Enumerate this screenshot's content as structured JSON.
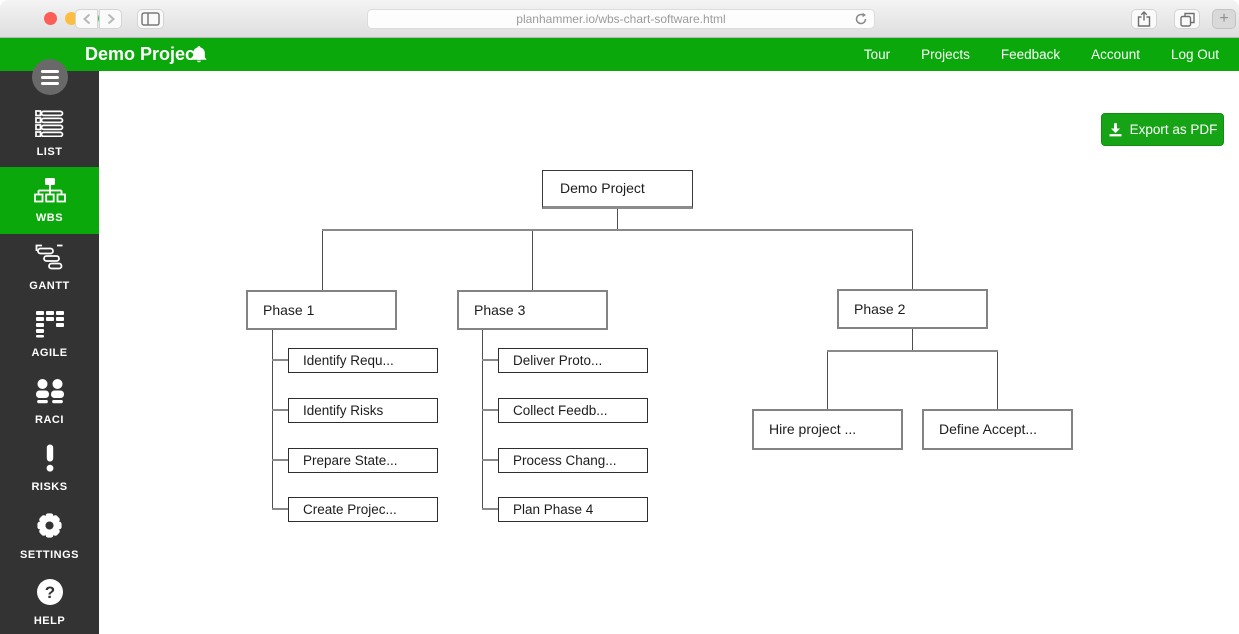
{
  "browser": {
    "url": "planhammer.io/wbs-chart-software.html",
    "new_tab_label": "+"
  },
  "navbar": {
    "title": "Demo Project",
    "links": [
      "Tour",
      "Projects",
      "Feedback",
      "Account",
      "Log Out"
    ]
  },
  "sidebar": {
    "items": [
      {
        "label": "LIST",
        "icon": "list-icon",
        "active": false
      },
      {
        "label": "WBS",
        "icon": "sitemap-icon",
        "active": true
      },
      {
        "label": "GANTT",
        "icon": "gantt-bars-icon",
        "active": false
      },
      {
        "label": "AGILE",
        "icon": "kanban-icon",
        "active": false
      },
      {
        "label": "RACI",
        "icon": "users-icon",
        "active": false
      },
      {
        "label": "RISKS",
        "icon": "exclamation-icon",
        "active": false
      },
      {
        "label": "SETTINGS",
        "icon": "gear-icon",
        "active": false
      },
      {
        "label": "HELP",
        "icon": "question-icon",
        "active": false
      }
    ]
  },
  "main": {
    "export_button": {
      "label": "Export as PDF",
      "icon": "download-icon"
    }
  },
  "wbs": {
    "root": {
      "label": "Demo Project"
    },
    "groups": [
      {
        "label": "Phase 1",
        "children": [
          "Identify Requ...",
          "Identify Risks",
          "Prepare State...",
          "Create Projec..."
        ]
      },
      {
        "label": "Phase 3",
        "children": [
          "Deliver Proto...",
          "Collect Feedb...",
          "Process Chang...",
          "Plan Phase 4"
        ]
      },
      {
        "label": "Phase 2",
        "children": [
          "Hire project ...",
          "Define Accept..."
        ]
      }
    ]
  },
  "colors": {
    "brand_green": "#0aa80a",
    "button_green": "#16a316",
    "sidebar_bg": "#333333",
    "node_border_dark": "#2e2e2e",
    "node_border_gray": "#838383"
  }
}
